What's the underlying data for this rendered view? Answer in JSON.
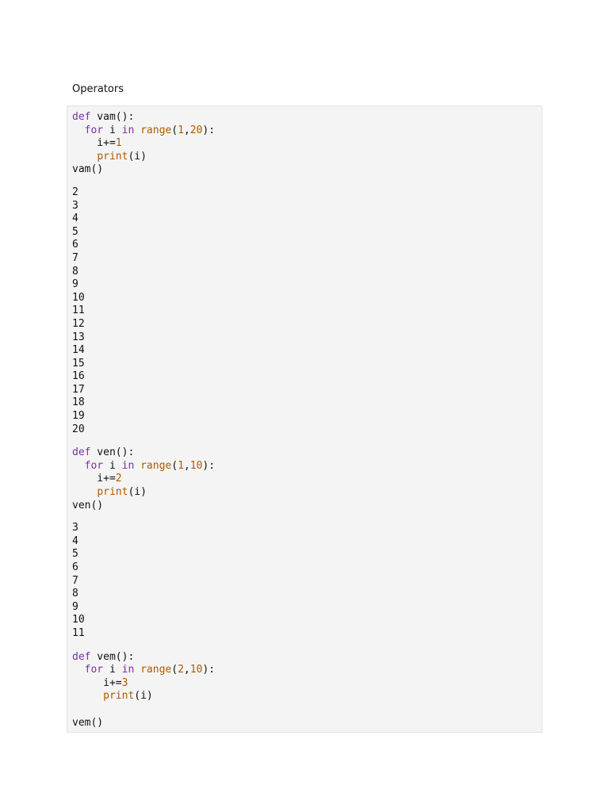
{
  "heading": "Operators",
  "blocks": [
    {
      "code": [
        [
          {
            "t": "def",
            "c": "kw"
          },
          {
            "t": " vam():",
            "c": "plain"
          }
        ],
        [
          {
            "t": "  ",
            "c": "plain"
          },
          {
            "t": "for",
            "c": "kw"
          },
          {
            "t": " i ",
            "c": "plain"
          },
          {
            "t": "in",
            "c": "kw"
          },
          {
            "t": " ",
            "c": "plain"
          },
          {
            "t": "range",
            "c": "bi"
          },
          {
            "t": "(",
            "c": "plain"
          },
          {
            "t": "1",
            "c": "num"
          },
          {
            "t": ",",
            "c": "plain"
          },
          {
            "t": "20",
            "c": "num"
          },
          {
            "t": "):",
            "c": "plain"
          }
        ],
        [
          {
            "t": "    i+=",
            "c": "plain"
          },
          {
            "t": "1",
            "c": "num"
          }
        ],
        [
          {
            "t": "    ",
            "c": "plain"
          },
          {
            "t": "print",
            "c": "bi"
          },
          {
            "t": "(i)",
            "c": "plain"
          }
        ],
        [
          {
            "t": "vam()",
            "c": "plain"
          }
        ]
      ],
      "output": [
        "2",
        "3",
        "4",
        "5",
        "6",
        "7",
        "8",
        "9",
        "10",
        "11",
        "12",
        "13",
        "14",
        "15",
        "16",
        "17",
        "18",
        "19",
        "20"
      ]
    },
    {
      "code": [
        [
          {
            "t": "def",
            "c": "kw"
          },
          {
            "t": " ven():",
            "c": "plain"
          }
        ],
        [
          {
            "t": "  ",
            "c": "plain"
          },
          {
            "t": "for",
            "c": "kw"
          },
          {
            "t": " i ",
            "c": "plain"
          },
          {
            "t": "in",
            "c": "kw"
          },
          {
            "t": " ",
            "c": "plain"
          },
          {
            "t": "range",
            "c": "bi"
          },
          {
            "t": "(",
            "c": "plain"
          },
          {
            "t": "1",
            "c": "num"
          },
          {
            "t": ",",
            "c": "plain"
          },
          {
            "t": "10",
            "c": "num"
          },
          {
            "t": "):",
            "c": "plain"
          }
        ],
        [
          {
            "t": "    i+=",
            "c": "plain"
          },
          {
            "t": "2",
            "c": "num"
          }
        ],
        [
          {
            "t": "    ",
            "c": "plain"
          },
          {
            "t": "print",
            "c": "bi"
          },
          {
            "t": "(i)",
            "c": "plain"
          }
        ],
        [
          {
            "t": "ven()",
            "c": "plain"
          }
        ]
      ],
      "output": [
        "3",
        "4",
        "5",
        "6",
        "7",
        "8",
        "9",
        "10",
        "11"
      ]
    },
    {
      "code": [
        [
          {
            "t": "def",
            "c": "kw"
          },
          {
            "t": " vem():",
            "c": "plain"
          }
        ],
        [
          {
            "t": "  ",
            "c": "plain"
          },
          {
            "t": "for",
            "c": "kw"
          },
          {
            "t": " i ",
            "c": "plain"
          },
          {
            "t": "in",
            "c": "kw"
          },
          {
            "t": " ",
            "c": "plain"
          },
          {
            "t": "range",
            "c": "bi"
          },
          {
            "t": "(",
            "c": "plain"
          },
          {
            "t": "2",
            "c": "num"
          },
          {
            "t": ",",
            "c": "plain"
          },
          {
            "t": "10",
            "c": "num"
          },
          {
            "t": "):",
            "c": "plain"
          }
        ],
        [
          {
            "t": "     i+=",
            "c": "plain"
          },
          {
            "t": "3",
            "c": "num"
          }
        ],
        [
          {
            "t": "     ",
            "c": "plain"
          },
          {
            "t": "print",
            "c": "bi"
          },
          {
            "t": "(i)",
            "c": "plain"
          }
        ],
        [],
        [
          {
            "t": "vem()",
            "c": "plain"
          }
        ]
      ],
      "output": []
    }
  ]
}
